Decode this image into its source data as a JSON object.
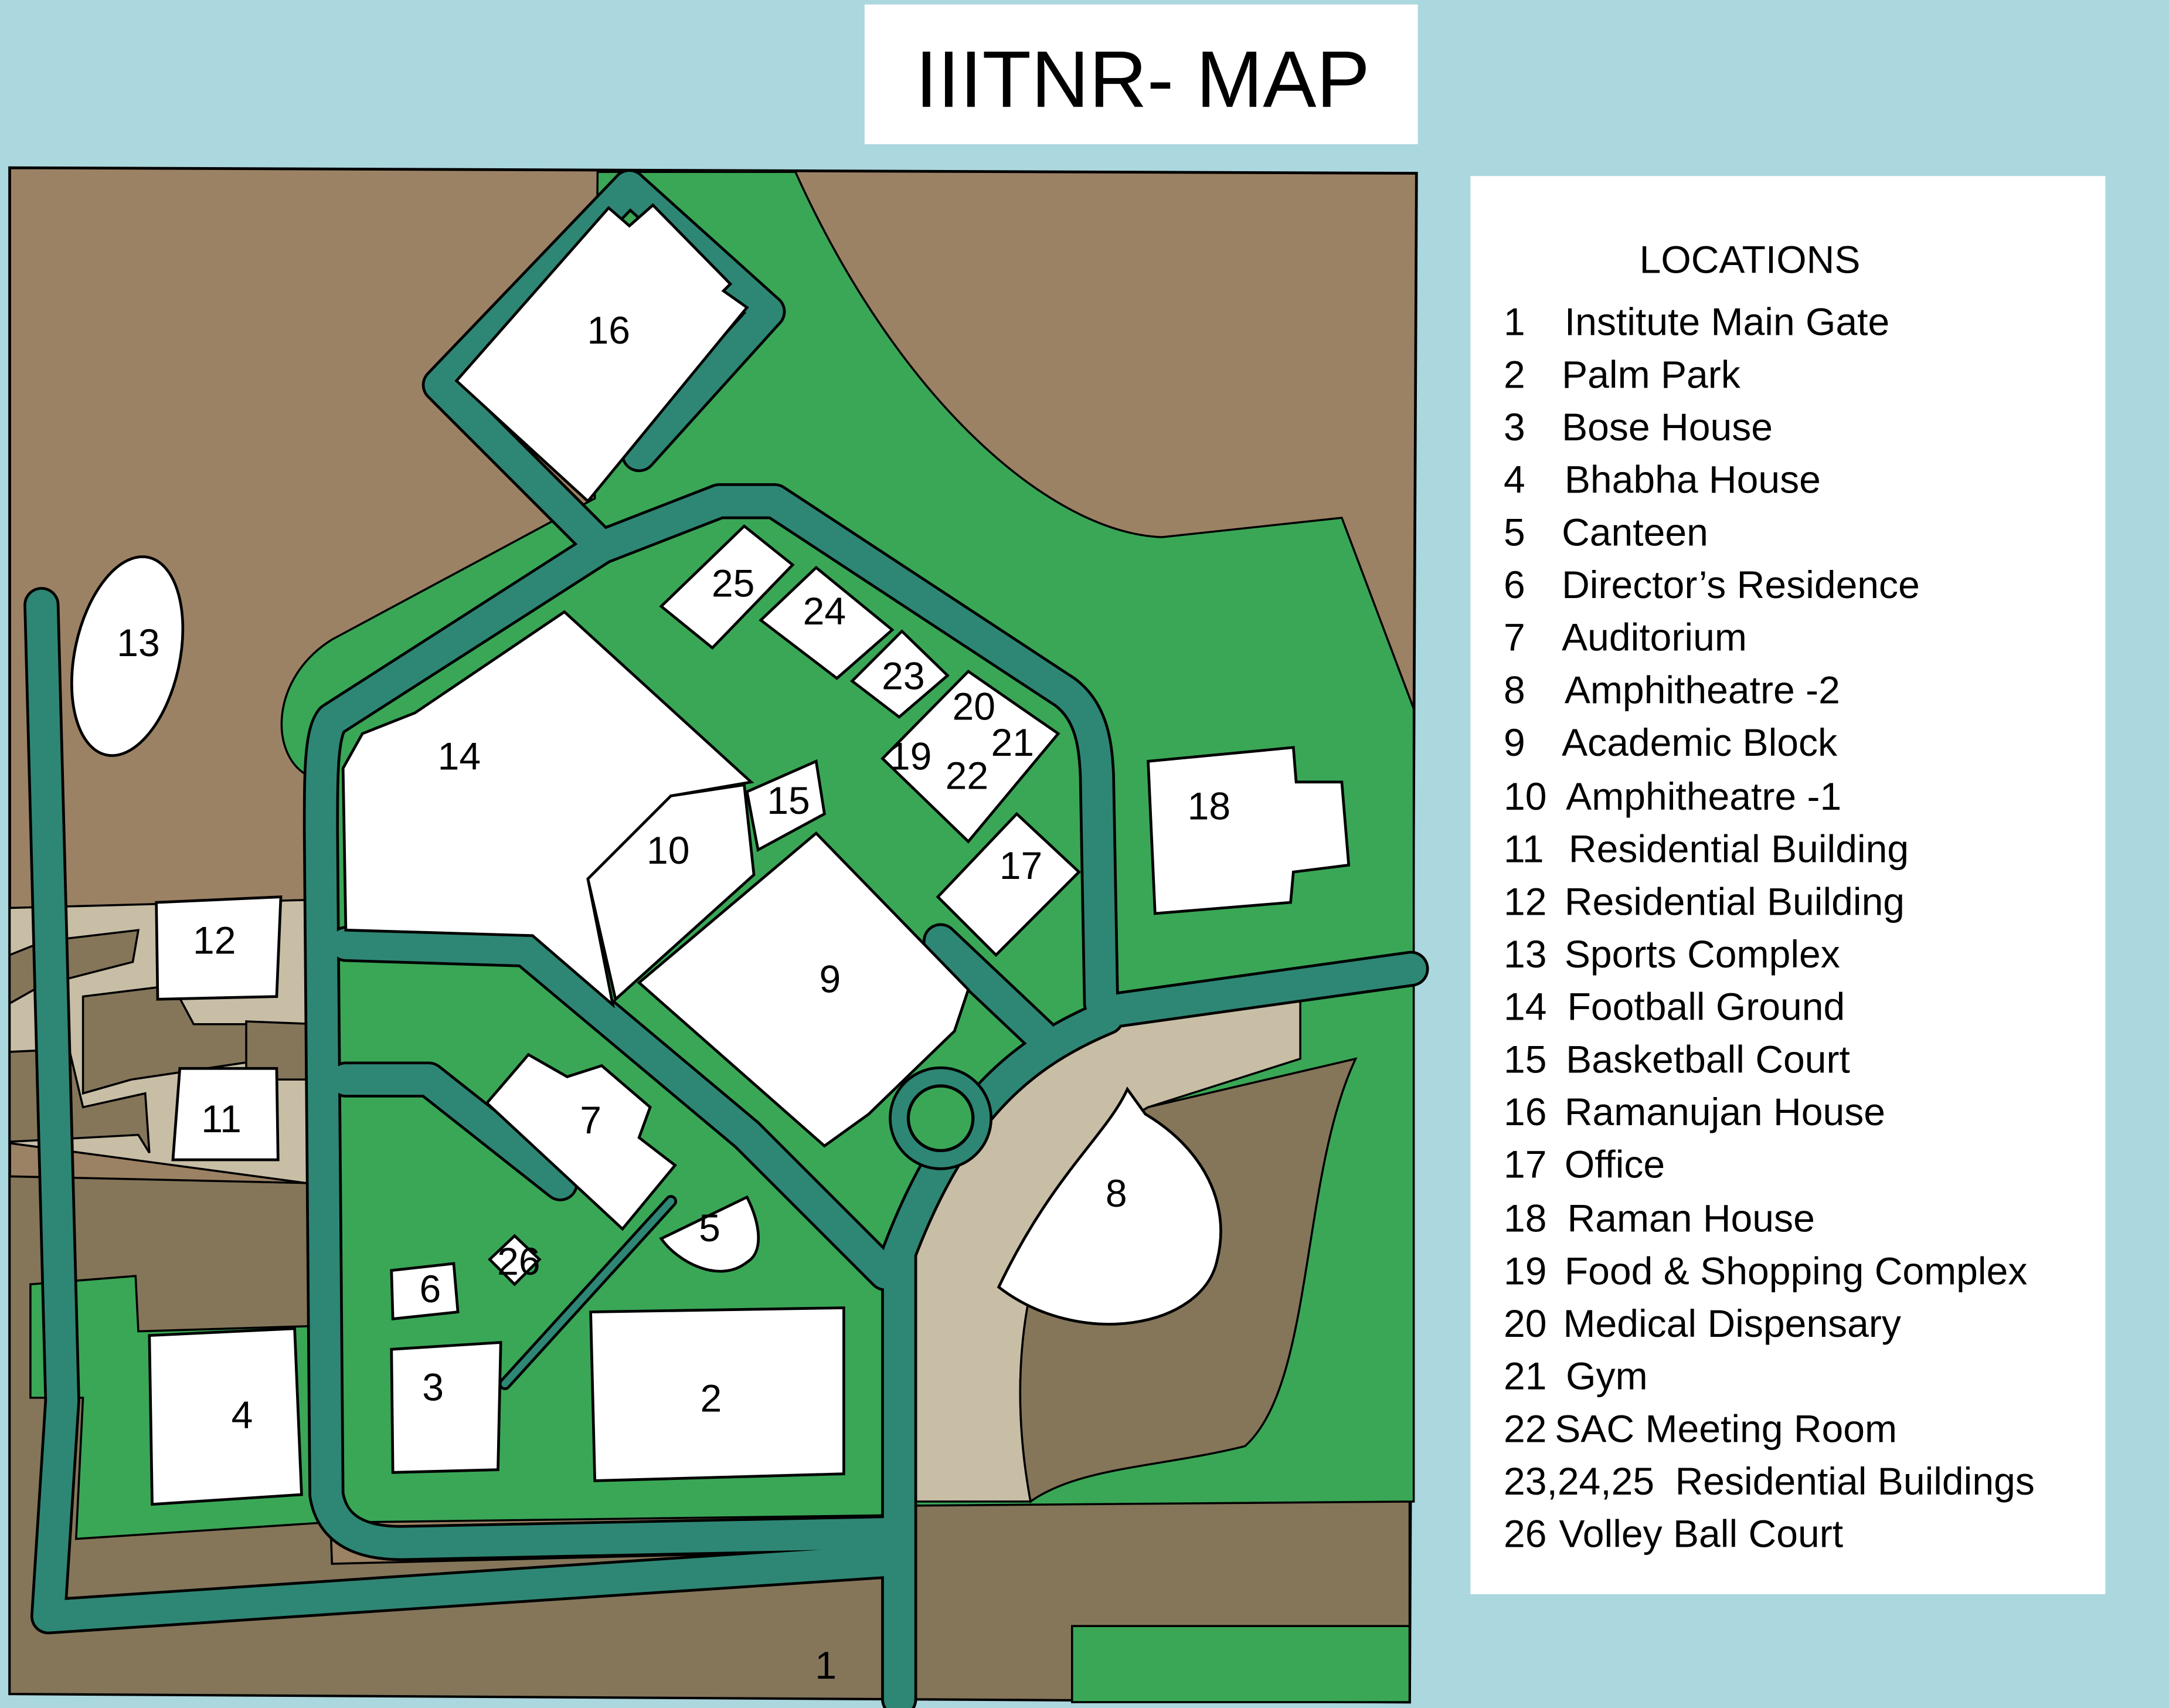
{
  "title": "IIITNR- MAP",
  "colors": {
    "background": "#abd7de",
    "land": "#9c8264",
    "dark_land": "#85765a",
    "path": "#c8bea6",
    "green": "#3aa757",
    "road": "#2e8774",
    "building": "#ffffff"
  },
  "map_labels": {
    "l1": "1",
    "l2": "2",
    "l3": "3",
    "l4": "4",
    "l5": "5",
    "l6": "6",
    "l7": "7",
    "l8": "8",
    "l9": "9",
    "l10": "10",
    "l11": "11",
    "l12": "12",
    "l13": "13",
    "l14": "14",
    "l15": "15",
    "l16": "16",
    "l17": "17",
    "l18": "18",
    "l19": "19",
    "l20": "20",
    "l21": "21",
    "l22": "22",
    "l23": "23",
    "l24": "24",
    "l25": "25",
    "l26": "26"
  },
  "legend": {
    "title": "LOCATIONS",
    "items": [
      {
        "num": "1",
        "name": "Institute Main Gate"
      },
      {
        "num": "2",
        "name": "Palm Park"
      },
      {
        "num": "3",
        "name": "Bose House"
      },
      {
        "num": "4",
        "name": "Bhabha House"
      },
      {
        "num": "5",
        "name": "Canteen"
      },
      {
        "num": "6",
        "name": "Director’s Residence"
      },
      {
        "num": "7",
        "name": "Auditorium"
      },
      {
        "num": "8",
        "name": "Amphitheatre -2"
      },
      {
        "num": "9",
        "name": "Academic Block"
      },
      {
        "num": "10",
        "name": "Amphitheatre -1"
      },
      {
        "num": "11",
        "name": "Residential Building"
      },
      {
        "num": "12",
        "name": "Residential Building"
      },
      {
        "num": "13",
        "name": "Sports Complex"
      },
      {
        "num": "14",
        "name": "Football Ground"
      },
      {
        "num": "15",
        "name": "Basketball Court"
      },
      {
        "num": "16",
        "name": "Ramanujan House"
      },
      {
        "num": "17",
        "name": "Office"
      },
      {
        "num": "18",
        "name": "Raman House"
      },
      {
        "num": "19",
        "name": "Food & Shopping Complex"
      },
      {
        "num": "20",
        "name": "Medical Dispensary"
      },
      {
        "num": "21",
        "name": "Gym"
      },
      {
        "num": "22",
        "name": "SAC Meeting Room"
      },
      {
        "num": "23,24,25",
        "name": "Residential Buildings"
      },
      {
        "num": "26",
        "name": "Volley Ball Court"
      }
    ]
  }
}
